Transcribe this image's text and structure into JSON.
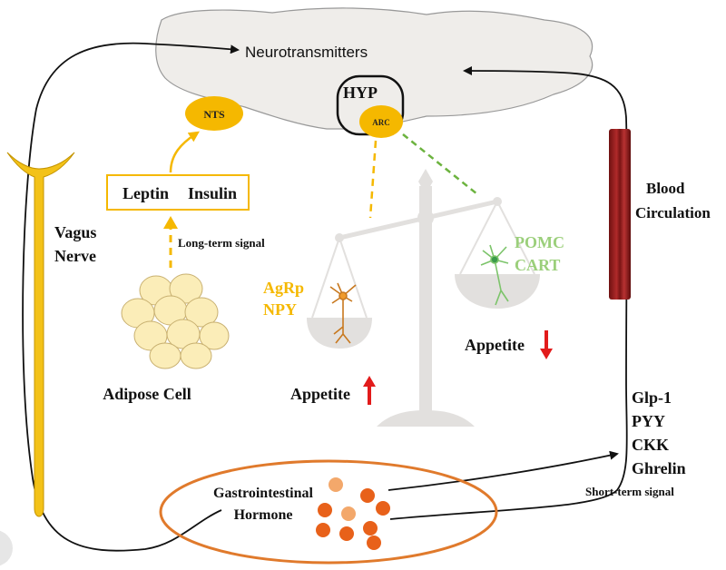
{
  "brain": {
    "label": "Neurotransmitters",
    "nts": "NTS",
    "hyp": "HYP",
    "arc": "ARC"
  },
  "leptin_insulin": {
    "leptin": "Leptin",
    "insulin": "Insulin"
  },
  "long_term_signal": "Long-term signal",
  "adipose": "Adipose Cell",
  "vagus": {
    "line1": "Vagus",
    "line2": "Nerve"
  },
  "blood": {
    "line1": "Blood",
    "line2": "Circulation"
  },
  "agrp": {
    "line1": "AgRp",
    "line2": "NPY"
  },
  "pomc": {
    "line1": "POMC",
    "line2": "CART"
  },
  "appetite_up": "Appetite",
  "appetite_down": "Appetite",
  "hormones": [
    "Glp-1",
    "PYY",
    "CKK",
    "Ghrelin"
  ],
  "short_term_signal": "Short-term signal",
  "gi": {
    "line1": "Gastrointestinal",
    "line2": "Hormone"
  },
  "colors": {
    "orange": "#f5b800",
    "green": "#8bc34a",
    "red": "#e21b1b",
    "vessel": "#8b1a1a",
    "brain_fill": "#efedea",
    "gi_outline": "#e07a2c",
    "gi_dot": "#e8611a"
  }
}
